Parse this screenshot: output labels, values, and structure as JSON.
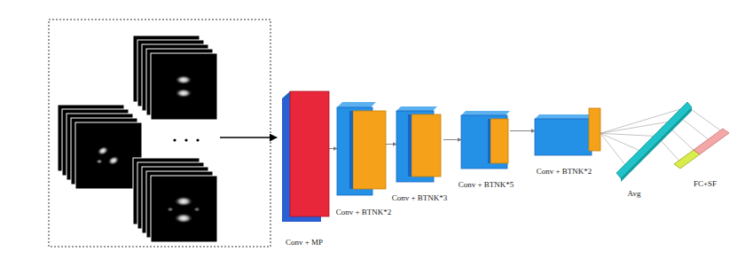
{
  "diagram": {
    "nodes": [
      {
        "text": [
          "Conv + MP"
        ]
      },
      {
        "text": [
          "Conv + BTNK*2"
        ]
      },
      {
        "text": [
          "Conv + BTNK*3"
        ]
      },
      {
        "text": [
          "Conv + BTNK*5"
        ]
      },
      {
        "text": [
          "Conv + BTNK*2"
        ]
      },
      {
        "text": [
          "Avg"
        ]
      },
      {
        "text": [
          "FC+SF"
        ]
      }
    ],
    "edges": [
      {
        "from": 0,
        "to": 1,
        "arrow": "to"
      },
      {
        "from": 1,
        "to": 2,
        "arrow": "to"
      },
      {
        "from": 2,
        "to": 3,
        "arrow": "to"
      },
      {
        "from": 3,
        "to": 4,
        "arrow": "to"
      },
      {
        "from": 4,
        "to": 5,
        "arrow": "none"
      },
      {
        "from": 5,
        "to": 6,
        "arrow": "none"
      }
    ]
  }
}
